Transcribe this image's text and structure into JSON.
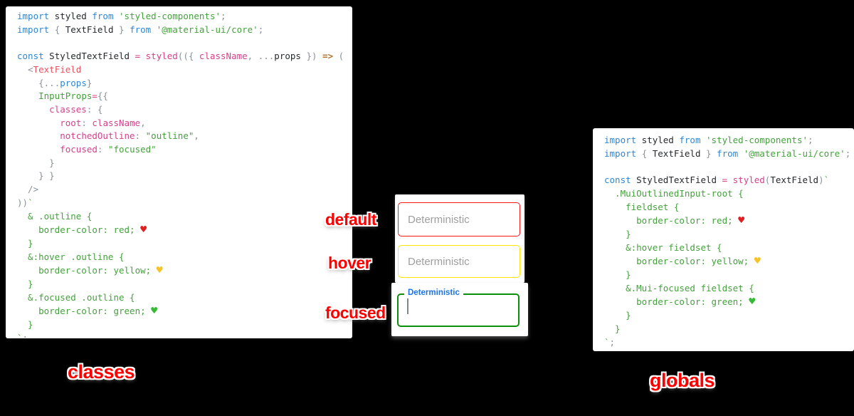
{
  "colors": {
    "background": "#000000",
    "panel": "#ffffff",
    "annotation_red": "#ff0000",
    "placeholder_gray": "#9e9e9e",
    "focused_label_blue": "#1a73e8",
    "tokens": {
      "kw": "#2e86d2",
      "id": "#24292e",
      "pink": "#d6418b",
      "tag": "#e3535f",
      "arrow": "#b0712c",
      "punct": "#8a9199",
      "grn": "#44a13c",
      "heart-red": "#e02020",
      "heart-yellow": "#f7c325",
      "heart-green": "#33bb33"
    },
    "field_borders": {
      "default": "#ff1a1a",
      "hover": "#ffe600",
      "focused": "#0a8f0a"
    }
  },
  "annotations": {
    "default": "default",
    "hover": "hover",
    "focused": "focused"
  },
  "captions": {
    "left": "classes",
    "right": "globals"
  },
  "fields": {
    "default": {
      "placeholder": "Deterministic"
    },
    "hover": {
      "placeholder": "Deterministic"
    },
    "focused": {
      "label": "Deterministic",
      "value": ""
    }
  },
  "left_code": {
    "lines": [
      [
        {
          "t": "import",
          "c": "kw"
        },
        {
          "t": " styled ",
          "c": "id"
        },
        {
          "t": "from",
          "c": "kw"
        },
        {
          "t": " ",
          "c": "id"
        },
        {
          "t": "'styled-components'",
          "c": "grn"
        },
        {
          "t": ";",
          "c": "punct"
        }
      ],
      [
        {
          "t": "import",
          "c": "kw"
        },
        {
          "t": " ",
          "c": "id"
        },
        {
          "t": "{",
          "c": "punct"
        },
        {
          "t": " TextField ",
          "c": "id"
        },
        {
          "t": "}",
          "c": "punct"
        },
        {
          "t": " ",
          "c": "id"
        },
        {
          "t": "from",
          "c": "kw"
        },
        {
          "t": " ",
          "c": "id"
        },
        {
          "t": "'@material-ui/core'",
          "c": "grn"
        },
        {
          "t": ";",
          "c": "punct"
        }
      ],
      [],
      [
        {
          "t": "const",
          "c": "kw"
        },
        {
          "t": " StyledTextField ",
          "c": "id"
        },
        {
          "t": "=",
          "c": "pink"
        },
        {
          "t": " ",
          "c": "id"
        },
        {
          "t": "styled",
          "c": "pink"
        },
        {
          "t": "((",
          "c": "punct"
        },
        {
          "t": "{",
          "c": "punct"
        },
        {
          "t": " ",
          "c": "id"
        },
        {
          "t": "className",
          "c": "pink"
        },
        {
          "t": ",",
          "c": "punct"
        },
        {
          "t": " ",
          "c": "id"
        },
        {
          "t": "...",
          "c": "punct"
        },
        {
          "t": "props",
          "c": "id"
        },
        {
          "t": " ",
          "c": "id"
        },
        {
          "t": "}",
          "c": "punct"
        },
        {
          "t": ")",
          "c": "punct"
        },
        {
          "t": " ",
          "c": "id"
        },
        {
          "t": "=>",
          "c": "arrow"
        },
        {
          "t": " ",
          "c": "id"
        },
        {
          "t": "(",
          "c": "punct"
        }
      ],
      [
        {
          "t": "  ",
          "c": "id"
        },
        {
          "t": "<",
          "c": "punct"
        },
        {
          "t": "TextField",
          "c": "tag"
        }
      ],
      [
        {
          "t": "    ",
          "c": "id"
        },
        {
          "t": "{",
          "c": "punct"
        },
        {
          "t": "...",
          "c": "punct"
        },
        {
          "t": "props",
          "c": "kw"
        },
        {
          "t": "}",
          "c": "punct"
        }
      ],
      [
        {
          "t": "    ",
          "c": "id"
        },
        {
          "t": "InputProps",
          "c": "grn"
        },
        {
          "t": "=",
          "c": "pink"
        },
        {
          "t": "{{",
          "c": "punct"
        }
      ],
      [
        {
          "t": "      ",
          "c": "id"
        },
        {
          "t": "classes",
          "c": "pink"
        },
        {
          "t": ": ",
          "c": "punct"
        },
        {
          "t": "{",
          "c": "punct"
        }
      ],
      [
        {
          "t": "        ",
          "c": "id"
        },
        {
          "t": "root",
          "c": "pink"
        },
        {
          "t": ": ",
          "c": "punct"
        },
        {
          "t": "className",
          "c": "pink"
        },
        {
          "t": ",",
          "c": "punct"
        }
      ],
      [
        {
          "t": "        ",
          "c": "id"
        },
        {
          "t": "notchedOutline",
          "c": "pink"
        },
        {
          "t": ": ",
          "c": "punct"
        },
        {
          "t": "\"outline\"",
          "c": "grn"
        },
        {
          "t": ",",
          "c": "punct"
        }
      ],
      [
        {
          "t": "        ",
          "c": "id"
        },
        {
          "t": "focused",
          "c": "pink"
        },
        {
          "t": ": ",
          "c": "punct"
        },
        {
          "t": "\"focused\"",
          "c": "grn"
        }
      ],
      [
        {
          "t": "      }",
          "c": "punct"
        }
      ],
      [
        {
          "t": "    } }",
          "c": "punct"
        }
      ],
      [
        {
          "t": "  />",
          "c": "punct"
        }
      ],
      [
        {
          "t": "))",
          "c": "punct"
        },
        {
          "t": "`",
          "c": "grn"
        }
      ],
      [
        {
          "t": "  & .outline {",
          "c": "grn"
        }
      ],
      [
        {
          "t": "    border-color: red; ",
          "c": "grn"
        },
        {
          "t": "♥",
          "c": "heart-red"
        }
      ],
      [
        {
          "t": "  }",
          "c": "grn"
        }
      ],
      [
        {
          "t": "  &:hover .outline {",
          "c": "grn"
        }
      ],
      [
        {
          "t": "    border-color: yellow; ",
          "c": "grn"
        },
        {
          "t": "♥",
          "c": "heart-yellow"
        }
      ],
      [
        {
          "t": "  }",
          "c": "grn"
        }
      ],
      [
        {
          "t": "  &.focused .outline {",
          "c": "grn"
        }
      ],
      [
        {
          "t": "    border-color: green; ",
          "c": "grn"
        },
        {
          "t": "♥",
          "c": "heart-green"
        }
      ],
      [
        {
          "t": "  }",
          "c": "grn"
        }
      ],
      [
        {
          "t": "`",
          "c": "grn"
        },
        {
          "t": ";",
          "c": "punct"
        }
      ]
    ]
  },
  "right_code": {
    "lines": [
      [
        {
          "t": "import",
          "c": "kw"
        },
        {
          "t": " styled ",
          "c": "id"
        },
        {
          "t": "from",
          "c": "kw"
        },
        {
          "t": " ",
          "c": "id"
        },
        {
          "t": "'styled-components'",
          "c": "grn"
        },
        {
          "t": ";",
          "c": "punct"
        }
      ],
      [
        {
          "t": "import",
          "c": "kw"
        },
        {
          "t": " ",
          "c": "id"
        },
        {
          "t": "{",
          "c": "punct"
        },
        {
          "t": " TextField ",
          "c": "id"
        },
        {
          "t": "}",
          "c": "punct"
        },
        {
          "t": " ",
          "c": "id"
        },
        {
          "t": "from",
          "c": "kw"
        },
        {
          "t": " ",
          "c": "id"
        },
        {
          "t": "'@material-ui/core'",
          "c": "grn"
        },
        {
          "t": ";",
          "c": "punct"
        }
      ],
      [],
      [
        {
          "t": "const",
          "c": "kw"
        },
        {
          "t": " StyledTextField ",
          "c": "id"
        },
        {
          "t": "=",
          "c": "pink"
        },
        {
          "t": " ",
          "c": "id"
        },
        {
          "t": "styled",
          "c": "pink"
        },
        {
          "t": "(",
          "c": "punct"
        },
        {
          "t": "TextField",
          "c": "id"
        },
        {
          "t": ")",
          "c": "punct"
        },
        {
          "t": "`",
          "c": "grn"
        }
      ],
      [
        {
          "t": "  .MuiOutlinedInput-root {",
          "c": "grn"
        }
      ],
      [
        {
          "t": "    fieldset {",
          "c": "grn"
        }
      ],
      [
        {
          "t": "      border-color: red; ",
          "c": "grn"
        },
        {
          "t": "♥",
          "c": "heart-red"
        }
      ],
      [
        {
          "t": "    }",
          "c": "grn"
        }
      ],
      [
        {
          "t": "    &:hover fieldset {",
          "c": "grn"
        }
      ],
      [
        {
          "t": "      border-color: yellow; ",
          "c": "grn"
        },
        {
          "t": "♥",
          "c": "heart-yellow"
        }
      ],
      [
        {
          "t": "    }",
          "c": "grn"
        }
      ],
      [
        {
          "t": "    &.Mui-focused fieldset {",
          "c": "grn"
        }
      ],
      [
        {
          "t": "      border-color: green; ",
          "c": "grn"
        },
        {
          "t": "♥",
          "c": "heart-green"
        }
      ],
      [
        {
          "t": "    }",
          "c": "grn"
        }
      ],
      [
        {
          "t": "  }",
          "c": "grn"
        }
      ],
      [
        {
          "t": "`",
          "c": "grn"
        },
        {
          "t": ";",
          "c": "punct"
        }
      ]
    ]
  }
}
